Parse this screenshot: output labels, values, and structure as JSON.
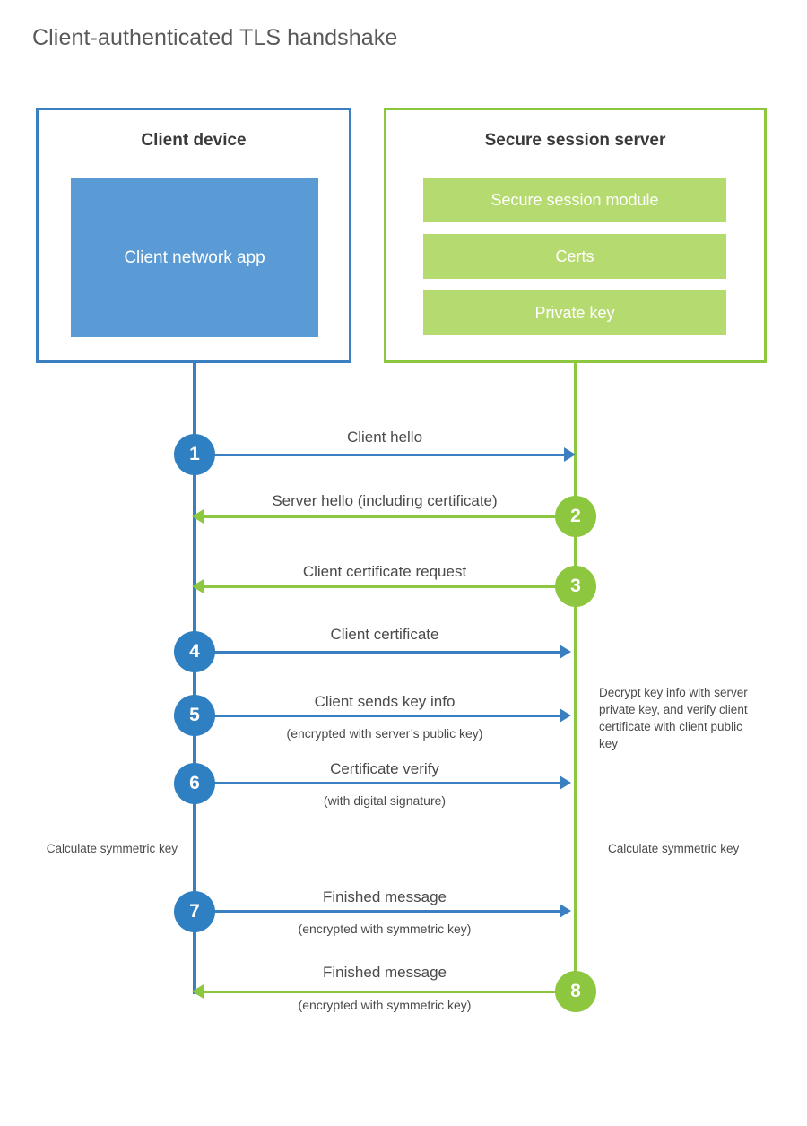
{
  "title": "Client-authenticated TLS handshake",
  "colors": {
    "client_accent": "#3a7fbf",
    "client_circle": "#2f80c2",
    "client_block": "#5b9bd5",
    "server_accent": "#8dc63f",
    "server_block": "#b5da70",
    "text": "#4a4a4c",
    "title": "#58595b"
  },
  "actors": {
    "client": {
      "title": "Client device",
      "blocks": [
        {
          "label": "Client network app"
        }
      ]
    },
    "server": {
      "title": "Secure session server",
      "blocks": [
        {
          "label": "Secure session module"
        },
        {
          "label": "Certs"
        },
        {
          "label": "Private key"
        }
      ]
    }
  },
  "steps": [
    {
      "number": "1",
      "label": "Client hello",
      "sublabel": "",
      "direction": "client-to-server",
      "color": "blue"
    },
    {
      "number": "2",
      "label": "Server hello (including certificate)",
      "sublabel": "",
      "direction": "server-to-client",
      "color": "green"
    },
    {
      "number": "3",
      "label": "Client certificate request",
      "sublabel": "",
      "direction": "server-to-client",
      "color": "green"
    },
    {
      "number": "4",
      "label": "Client certificate",
      "sublabel": "",
      "direction": "client-to-server",
      "color": "blue"
    },
    {
      "number": "5",
      "label": "Client sends key info",
      "sublabel": "(encrypted with server’s public key)",
      "direction": "client-to-server",
      "color": "blue"
    },
    {
      "number": "6",
      "label": "Certificate verify",
      "sublabel": "(with digital signature)",
      "direction": "client-to-server",
      "color": "blue"
    },
    {
      "number": "7",
      "label": "Finished message",
      "sublabel": "(encrypted with symmetric key)",
      "direction": "client-to-server",
      "color": "blue"
    },
    {
      "number": "8",
      "label": "Finished message",
      "sublabel": "(encrypted with symmetric key)",
      "direction": "server-to-client",
      "color": "green"
    }
  ],
  "notes": {
    "decrypt": "Decrypt key info with server private key, and verify client certificate with client public key",
    "calculate_client": "Calculate symmetric key",
    "calculate_server": "Calculate symmetric key"
  }
}
